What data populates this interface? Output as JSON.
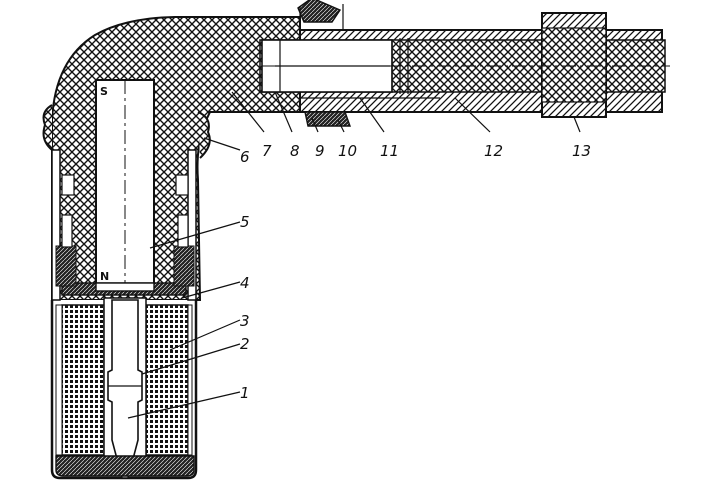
{
  "diagram": {
    "pole_top": "S",
    "pole_bottom": "N",
    "callouts": [
      {
        "id": "1",
        "text": "1"
      },
      {
        "id": "2",
        "text": "2"
      },
      {
        "id": "3",
        "text": "3"
      },
      {
        "id": "4",
        "text": "4"
      },
      {
        "id": "5",
        "text": "5"
      },
      {
        "id": "6",
        "text": "6"
      },
      {
        "id": "7",
        "text": "7"
      },
      {
        "id": "8",
        "text": "8"
      },
      {
        "id": "9",
        "text": "9"
      },
      {
        "id": "10",
        "text": "10"
      },
      {
        "id": "11",
        "text": "11"
      },
      {
        "id": "12",
        "text": "12"
      },
      {
        "id": "13",
        "text": "13"
      }
    ]
  }
}
